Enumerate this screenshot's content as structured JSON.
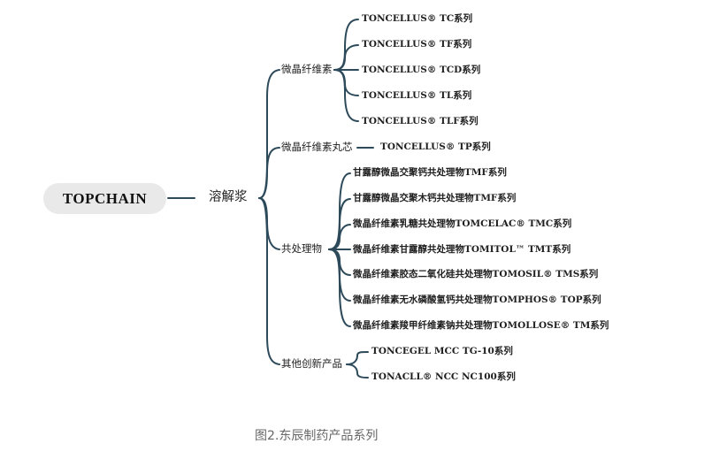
{
  "root": "TOPCHAIN",
  "level1": "溶解浆",
  "groups": {
    "mcc": {
      "label": "微晶纤维素",
      "items": [
        "TONCELLUS® TC系列",
        "TONCELLUS® TF系列",
        "TONCELLUS® TCD系列",
        "TONCELLUS® TL系列",
        "TONCELLUS® TLF系列"
      ]
    },
    "pellet": {
      "label": "微晶纤维素丸芯",
      "items": [
        "TONCELLUS® TP系列"
      ]
    },
    "coprocessed": {
      "label": "共处理物",
      "items": [
        "甘露醇微晶交聚钙共处理物TMF系列",
        "甘露醇微晶交聚木钙共处理物TMF系列",
        "微晶纤维素乳糖共处理物TOMCELAC® TMC系列",
        "微晶纤维素甘露醇共处理物TOMITOL™ TMT系列",
        "微晶纤维素胶态二氧化硅共处理物TOMOSIL® TMS系列",
        "微晶纤维素无水磷酸氢钙共处理物TOMPHOS® TOP系列",
        "微晶纤维素羧甲纤维素钠共处理物TOMOLLOSE® TM系列"
      ]
    },
    "innovative": {
      "label": "其他创新产品",
      "items": [
        "TONCEGEL MCC TG-10系列",
        "TONACLL® NCC NC100系列"
      ]
    }
  },
  "caption": "图2.东辰制药产品系列"
}
